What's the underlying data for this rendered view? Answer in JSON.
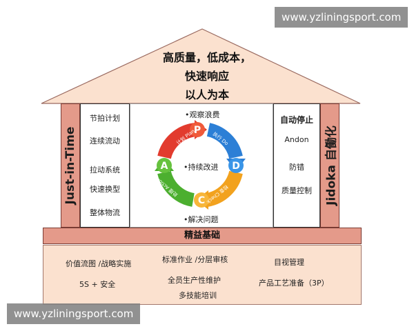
{
  "watermark": "www.yzliningsport.com",
  "roof": {
    "line1": "高质量，低成本，",
    "line2": "快速响应",
    "line3": "以人为本"
  },
  "left_pillar": {
    "label": "Just-in-Time",
    "items": [
      "节拍计划",
      "连续流动",
      "拉动系统",
      "快速换型",
      "整体物流"
    ]
  },
  "right_pillar": {
    "label": "Jidoka 自働化",
    "items": [
      "自动停止",
      "Andon",
      "防错",
      "质量控制"
    ]
  },
  "center": {
    "top": "•观察浪费",
    "middle": "•持续改进",
    "bottom": "•解决问题",
    "cycle": [
      {
        "letter": "P",
        "text": "计划 Plan",
        "color": "#e23b2e"
      },
      {
        "letter": "D",
        "text": "执行 Do",
        "color": "#2c7fd6"
      },
      {
        "letter": "C",
        "text": "检查 Check",
        "color": "#f2a21e"
      },
      {
        "letter": "A",
        "text": "处理 Action",
        "color": "#4caf2f"
      }
    ]
  },
  "beam": "精益基础",
  "base": {
    "row1": [
      "价值流图 /战略实施",
      "标准作业 /分层审核",
      "目视管理"
    ],
    "row2": [
      "5S  + 安全",
      "全员生产性维护",
      "产品工艺准备（3P）"
    ],
    "row3": "多技能培训"
  }
}
